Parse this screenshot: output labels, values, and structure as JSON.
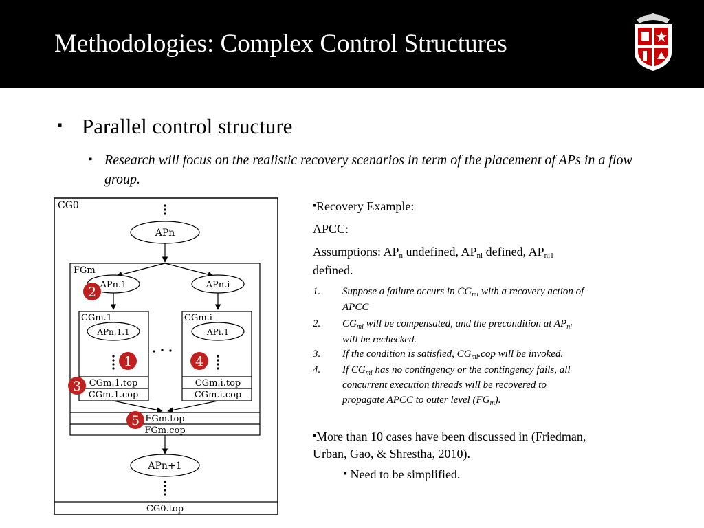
{
  "slide": {
    "title": "Methodologies: Complex Control Structures"
  },
  "bullets": {
    "level1": "Parallel control structure",
    "level2": "Research will focus on the realistic recovery scenarios in term of the placement of APs in a flow group."
  },
  "diagram": {
    "outer_label": "CG0",
    "outer_bottom": "CG0.top",
    "ap_top": "APn",
    "ap_bottom": "APn+1",
    "flow_group": "FGm",
    "ap_left": "APn.1",
    "ap_right": "APn.i",
    "cg_left": "CGm.1",
    "cg_right": "CGm.i",
    "ap_left_inner": "APn.1.1",
    "ap_right_inner": "APi.1",
    "cg_left_top": "CGm.1.top",
    "cg_left_cop": "CGm.1.cop",
    "cg_right_top": "CGm.i.top",
    "cg_right_cop": "CGm.i.cop",
    "fg_top": "FGm.top",
    "fg_cop": "FGm.cop",
    "markers": [
      "2",
      "1",
      "4",
      "3",
      "5"
    ],
    "marker_color": "#c0201e"
  },
  "recovery": {
    "heading": "Recovery Example:",
    "apcc": "APCC:",
    "assumptions": {
      "prefix": "Assumptions: AP",
      "sub1": "n",
      "mid1": " undefined, AP",
      "sub2": "ni",
      "mid2": " defined, AP",
      "sub3": "ni1",
      "line2": "defined."
    },
    "steps": [
      {
        "n": "1.",
        "parts": [
          "Suppose a failure occurs in CG",
          "mi",
          " with a recovery action of"
        ],
        "line2": "APCC"
      },
      {
        "n": "2.",
        "parts": [
          "CG",
          "mi",
          " will be compensated, and the precondition at AP",
          "ni"
        ],
        "line2": "will be rechecked."
      },
      {
        "n": "3.",
        "parts": [
          "If the condition is satisfied, CG",
          "mi",
          ".cop will be invoked."
        ]
      },
      {
        "n": "4.",
        "parts": [
          "If CG",
          "mi",
          " has no contingency or the contingency fails, all"
        ],
        "line2": "concurrent execution threads will be recovered to",
        "line3_parts": [
          "propagate APCC to outer level (FG",
          "m",
          ")."
        ]
      }
    ],
    "more_line1": "More than 10 cases have been discussed in (Friedman,",
    "more_line2": "Urban, Gao, & Shrestha, 2010).",
    "sub_bullet": "Need to be simplified."
  },
  "logo": {
    "name": "university-shield-logo",
    "color": "#cc0000"
  }
}
